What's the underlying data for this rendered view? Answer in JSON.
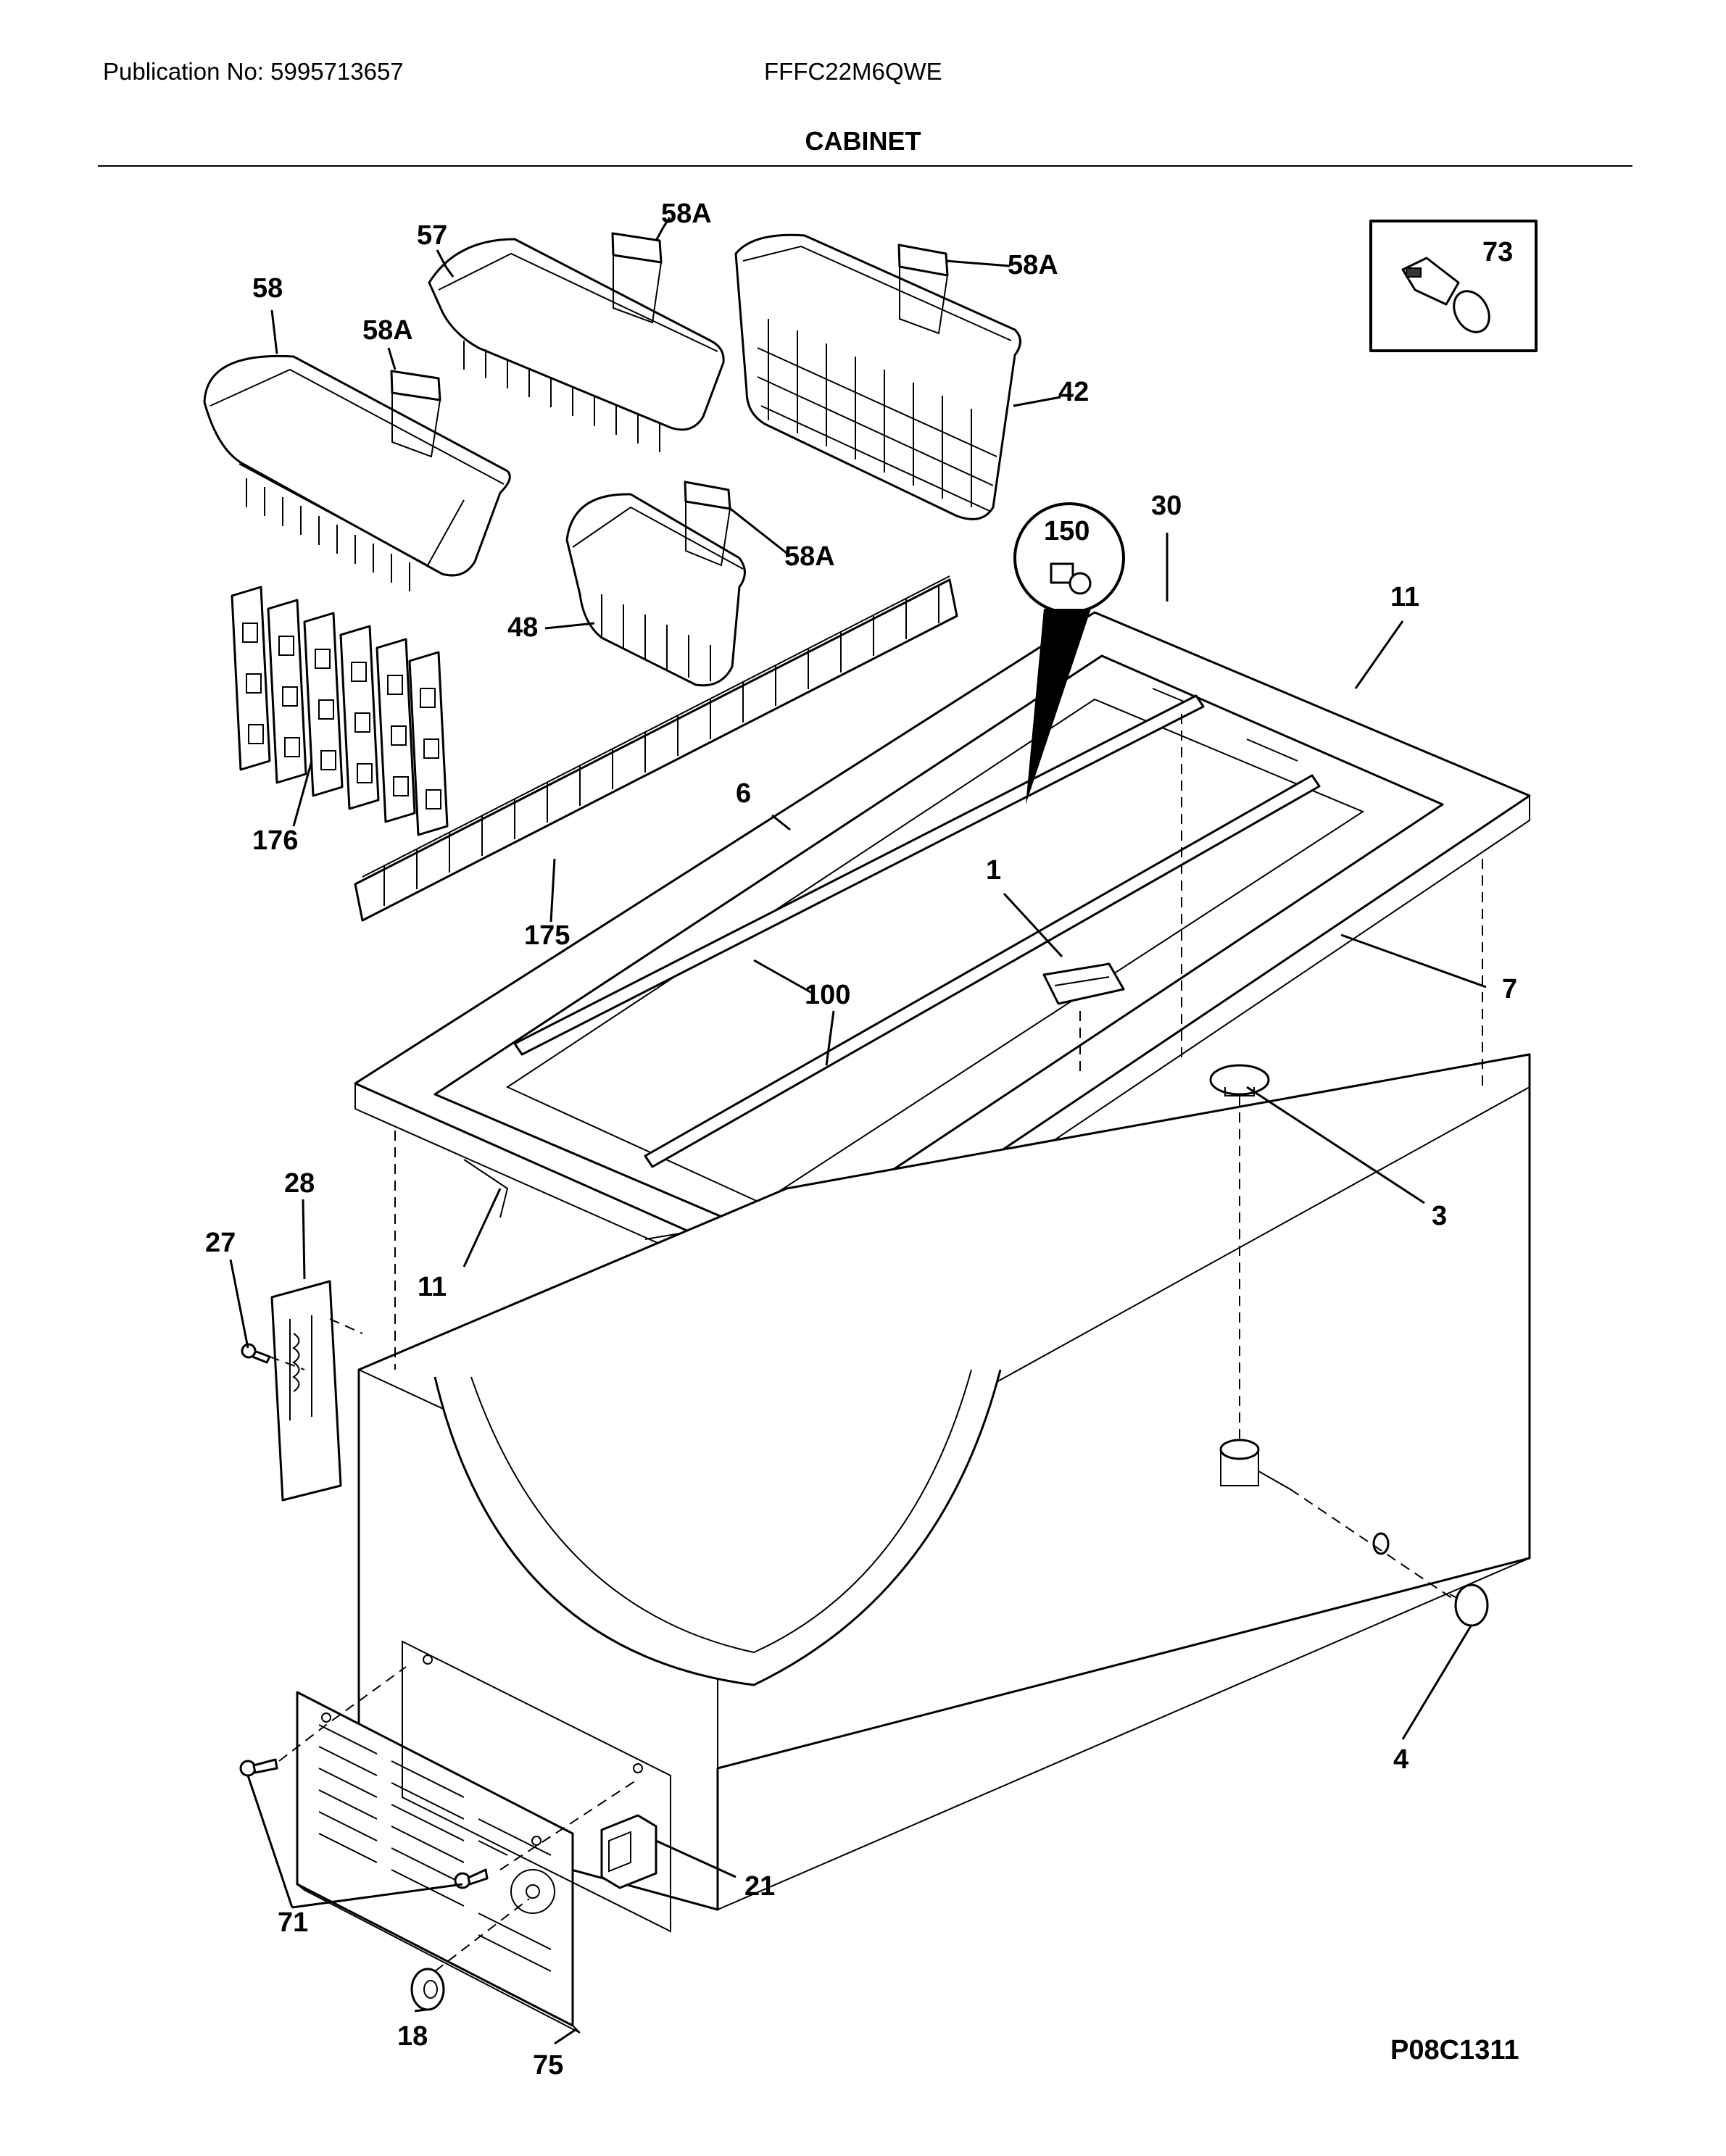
{
  "header": {
    "publication": "Publication No: 5995713657",
    "model": "FFFC22M6QWE",
    "title": "CABINET"
  },
  "drawing_id": "P08C1311",
  "callouts": {
    "c58a_top": "58A",
    "c57": "57",
    "c58": "58",
    "c58a_mid": "58A",
    "c58a_right": "58A",
    "c42": "42",
    "c58a_small": "58A",
    "c48": "48",
    "c73": "73",
    "c150": "150",
    "c30": "30",
    "c11_top": "11",
    "c6": "6",
    "c1": "1",
    "c176": "176",
    "c175": "175",
    "c100": "100",
    "c7": "7",
    "c3": "3",
    "c28": "28",
    "c27": "27",
    "c11_bottom": "11",
    "c4": "4",
    "c21": "21",
    "c71": "71",
    "c18": "18",
    "c75": "75"
  }
}
